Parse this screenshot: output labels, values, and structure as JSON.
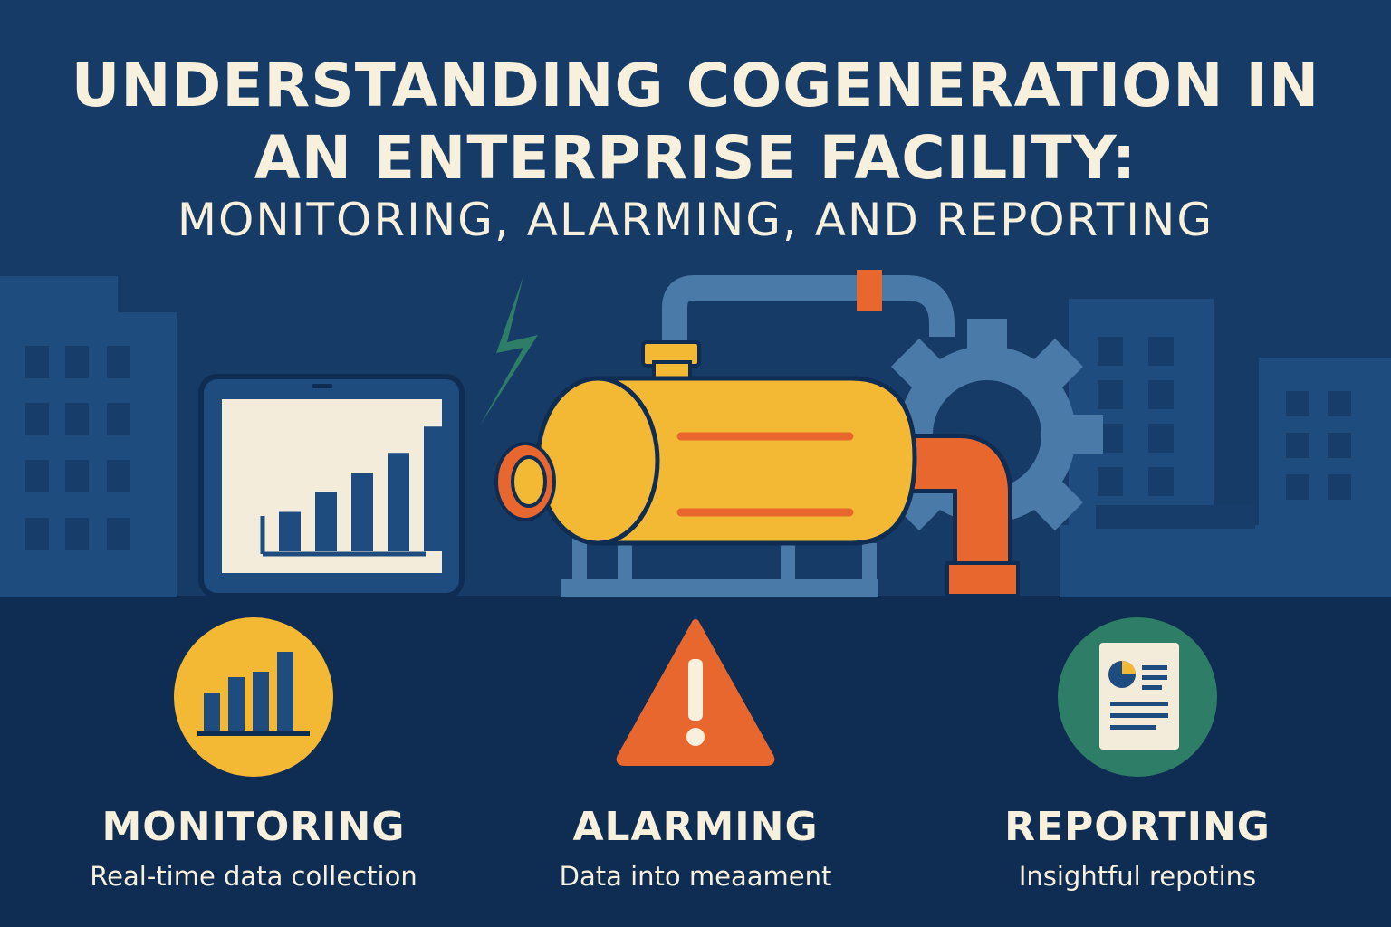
{
  "title": {
    "line1": "UNDERSTANDING COGENERATION IN",
    "line2": "AN ENTERPRISE FACILITY:",
    "line3": "MONITORING, ALARMING, AND REPORTING"
  },
  "features": [
    {
      "label": "MONITORING",
      "desc": "Real-time data collection",
      "icon": "bar-chart-icon"
    },
    {
      "label": "ALARMING",
      "desc": "Data into meaament",
      "icon": "warning-icon"
    },
    {
      "label": "REPORTING",
      "desc": "Insightful repotins",
      "icon": "report-document-icon"
    }
  ],
  "colors": {
    "background_top": "#163b67",
    "background_bottom": "#0f2c52",
    "accent_yellow": "#f4b934",
    "accent_orange": "#e8672f",
    "accent_green": "#2e7d66",
    "accent_blue": "#4a7aa8",
    "text": "#f7f0dc"
  },
  "illustration": {
    "tablet_bars": [
      0.3,
      0.45,
      0.6,
      0.75,
      0.95
    ],
    "icons": [
      "lightning-icon",
      "tablet-chart-icon",
      "generator-icon",
      "gear-icon",
      "city-skyline"
    ]
  }
}
